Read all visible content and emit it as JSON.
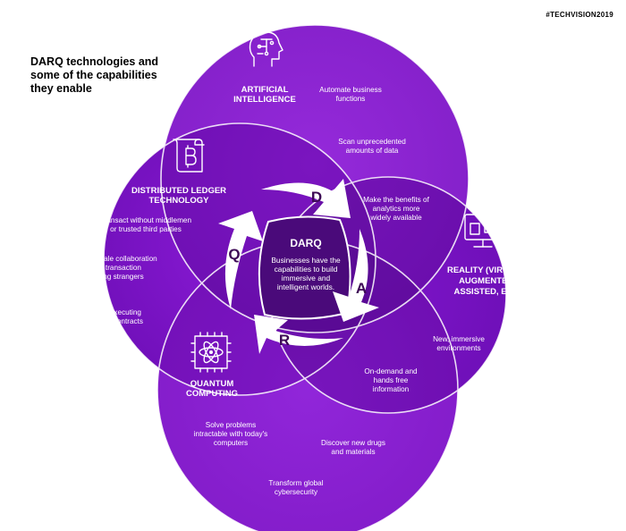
{
  "header": {
    "title_lines": [
      "DARQ technologies and",
      "some of the capabilities",
      "they enable"
    ],
    "hashtag": "#TECHVISION2019"
  },
  "colors": {
    "petal_light": "#8c1bd6",
    "petal_mid": "#7a14c2",
    "petal_dark": "#5c0c96",
    "center": "#4a0a7a",
    "overlap": "#6a11b0",
    "letter_text": "#3d0a55"
  },
  "center": {
    "title": "DARQ",
    "lines": [
      "Businesses have the",
      "capabilities to build",
      "immersive and",
      "intelligent worlds."
    ]
  },
  "letters": {
    "d": "D",
    "a": "A",
    "r": "R",
    "q": "Q"
  },
  "ai": {
    "icon": "robot-head-circuit-icon",
    "title": [
      "ARTIFICIAL",
      "INTELLIGENCE"
    ],
    "capabilities": [
      [
        "Automate business",
        "functions"
      ],
      [
        "Scan unprecedented",
        "amounts of data"
      ],
      [
        "Make the benefits of",
        "analytics more",
        "widely available"
      ]
    ]
  },
  "dlt": {
    "icon": "bitcoin-scroll-icon",
    "title": [
      "DISTRIBUTED LEDGER",
      "TECHNOLOGY"
    ],
    "capabilities": [
      [
        "Transact without middlemen",
        "or trusted third parties"
      ],
      [
        "Large-scale collaboration",
        "and transaction",
        "among strangers"
      ],
      [
        "Self-executing",
        "smart contracts"
      ]
    ]
  },
  "reality": {
    "icon": "vr-monitor-location-icon",
    "title": [
      "REALITY (VIRTUAL,",
      "AUGMENTED,",
      "ASSISTED, ETC)"
    ],
    "capabilities": [
      [
        "New, immersive",
        "environments"
      ],
      [
        "On-demand and",
        "hands free",
        "information"
      ]
    ]
  },
  "quantum": {
    "icon": "atom-chip-icon",
    "title": [
      "QUANTUM",
      "COMPUTING"
    ],
    "capabilities": [
      [
        "Solve problems",
        "intractable with today's",
        "computers"
      ],
      [
        "Discover new drugs",
        "and materials"
      ],
      [
        "Transform global",
        "cybersecurity"
      ]
    ]
  }
}
